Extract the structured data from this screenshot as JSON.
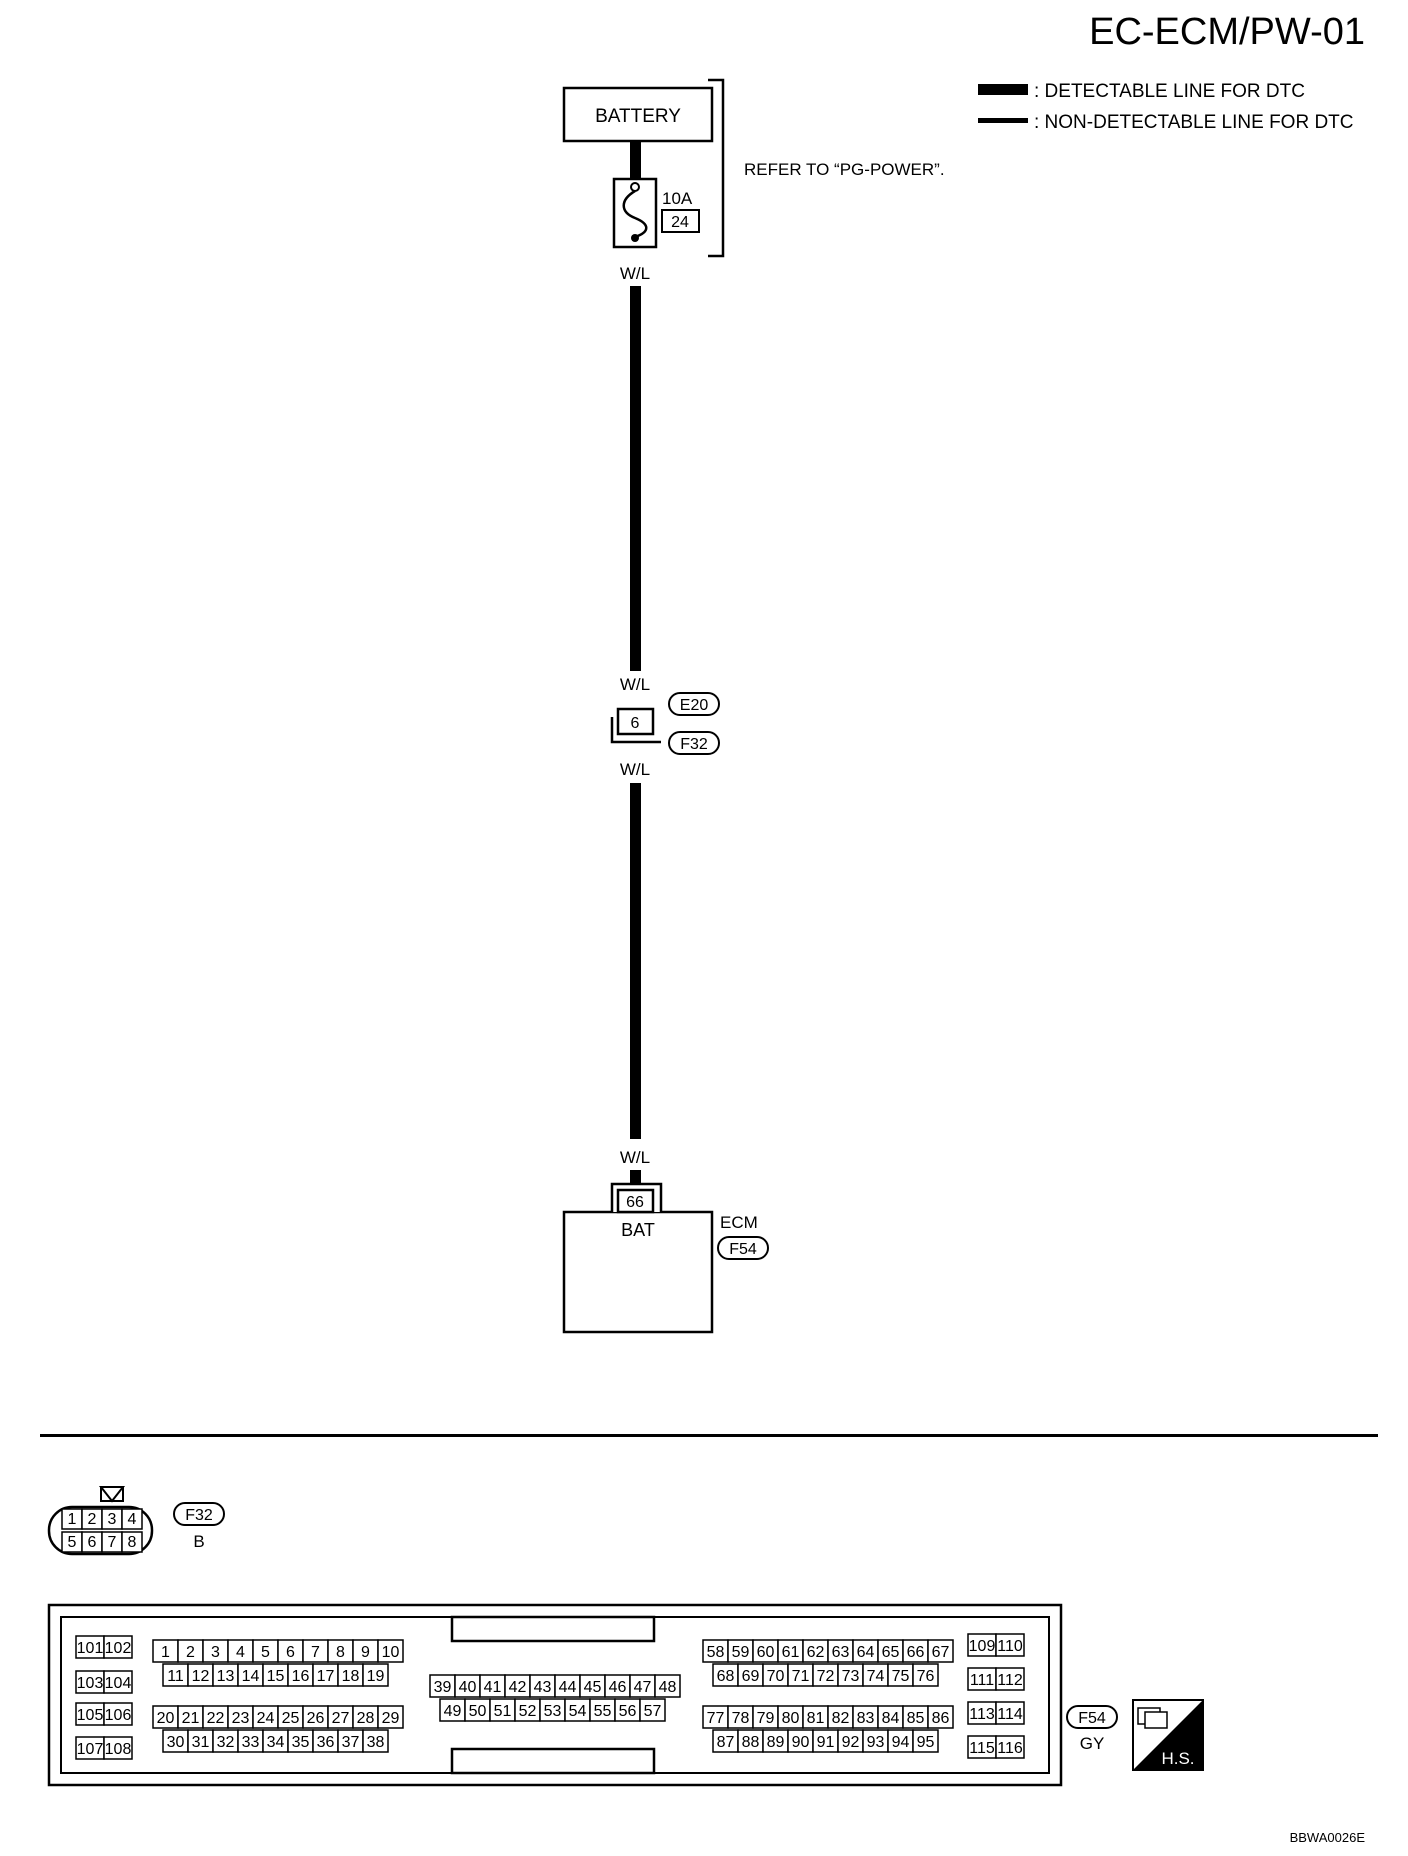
{
  "title": "EC-ECM/PW-01",
  "legend": [
    {
      "label": ": DETECTABLE LINE FOR DTC",
      "style": "thick"
    },
    {
      "label": ": NON-DETECTABLE LINE FOR DTC",
      "style": "thin"
    }
  ],
  "power": {
    "battery_label": "BATTERY",
    "fuse_rating": "10A",
    "fuse_number": "24",
    "refer_note": "REFER TO “PG-POWER”."
  },
  "wires": {
    "color_1": "W/L",
    "color_2": "W/L",
    "color_3": "W/L",
    "color_4": "W/L"
  },
  "joint_connector": {
    "pin": "6",
    "upper_id": "E20",
    "lower_id": "F32"
  },
  "ecm": {
    "pin": "66",
    "terminal_label": "BAT",
    "name": "ECM",
    "connector_id": "F54"
  },
  "connector_f32": {
    "id": "F32",
    "color": "B",
    "top_pins": [
      "1",
      "2",
      "3",
      "4"
    ],
    "bottom_pins": [
      "5",
      "6",
      "7",
      "8"
    ]
  },
  "connector_f54": {
    "id": "F54",
    "color": "GY",
    "hs_label": "H.S.",
    "rows": [
      [
        "101",
        "102"
      ],
      [
        "103",
        "104"
      ],
      [
        "105",
        "106"
      ],
      [
        "107",
        "108"
      ],
      [
        "1",
        "2",
        "3",
        "4",
        "5",
        "6",
        "7",
        "8",
        "9",
        "10"
      ],
      [
        "11",
        "12",
        "13",
        "14",
        "15",
        "16",
        "17",
        "18",
        "19"
      ],
      [
        "20",
        "21",
        "22",
        "23",
        "24",
        "25",
        "26",
        "27",
        "28",
        "29"
      ],
      [
        "30",
        "31",
        "32",
        "33",
        "34",
        "35",
        "36",
        "37",
        "38"
      ],
      [
        "39",
        "40",
        "41",
        "42",
        "43",
        "44",
        "45",
        "46",
        "47",
        "48"
      ],
      [
        "49",
        "50",
        "51",
        "52",
        "53",
        "54",
        "55",
        "56",
        "57"
      ],
      [
        "58",
        "59",
        "60",
        "61",
        "62",
        "63",
        "64",
        "65",
        "66",
        "67"
      ],
      [
        "68",
        "69",
        "70",
        "71",
        "72",
        "73",
        "74",
        "75",
        "76"
      ],
      [
        "77",
        "78",
        "79",
        "80",
        "81",
        "82",
        "83",
        "84",
        "85",
        "86"
      ],
      [
        "87",
        "88",
        "89",
        "90",
        "91",
        "92",
        "93",
        "94",
        "95"
      ],
      [
        "109",
        "110"
      ],
      [
        "111",
        "112"
      ],
      [
        "113",
        "114"
      ],
      [
        "115",
        "116"
      ]
    ]
  },
  "figure_code": "BBWA0026E"
}
